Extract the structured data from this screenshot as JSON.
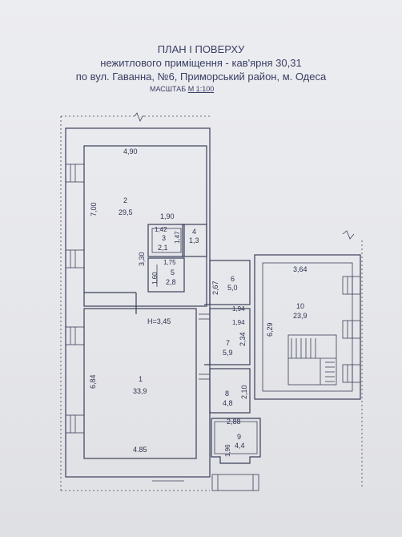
{
  "header": {
    "title": "ПЛАН І ПОВЕРХУ",
    "subtitle": "нежитлового приміщення - кав'ярня 30,31",
    "address": "по вул. Гаванна, №6, Приморський район, м. Одеса",
    "scale_label": "МАСШТАБ",
    "scale_value": "М 1:100"
  },
  "plan": {
    "rooms": [
      {
        "number": "1",
        "area": "33,9"
      },
      {
        "number": "2",
        "area": "29,5"
      },
      {
        "number": "3",
        "area": "2,1"
      },
      {
        "number": "4",
        "area": "1,3"
      },
      {
        "number": "5",
        "area": "2,8"
      },
      {
        "number": "6",
        "area": "5,0"
      },
      {
        "number": "7",
        "area": "5,9"
      },
      {
        "number": "8",
        "area": "4,8"
      },
      {
        "number": "9",
        "area": "4,4"
      },
      {
        "number": "10",
        "area": "23,9"
      }
    ],
    "dimensions": {
      "room2_width": "4,90",
      "room2_height": "7,00",
      "corridor_width": "1,90",
      "d_1_42": "1,42",
      "d_1_47": "1,47",
      "d_3_30": "3,30",
      "d_1_75": "1,75",
      "d_1_60": "1,60",
      "ceiling_height": "H=3,45",
      "room1_height": "6,84",
      "room1_width": "4.85",
      "room6_height": "2,67",
      "d_1_94_a": "1,94",
      "d_1_94_b": "1,94",
      "room7_height": "2,34",
      "room8_height": "2,10",
      "room9_width": "2,88",
      "room9_height": "1,96",
      "room10_width": "3,64",
      "room10_height": "6,29"
    }
  }
}
